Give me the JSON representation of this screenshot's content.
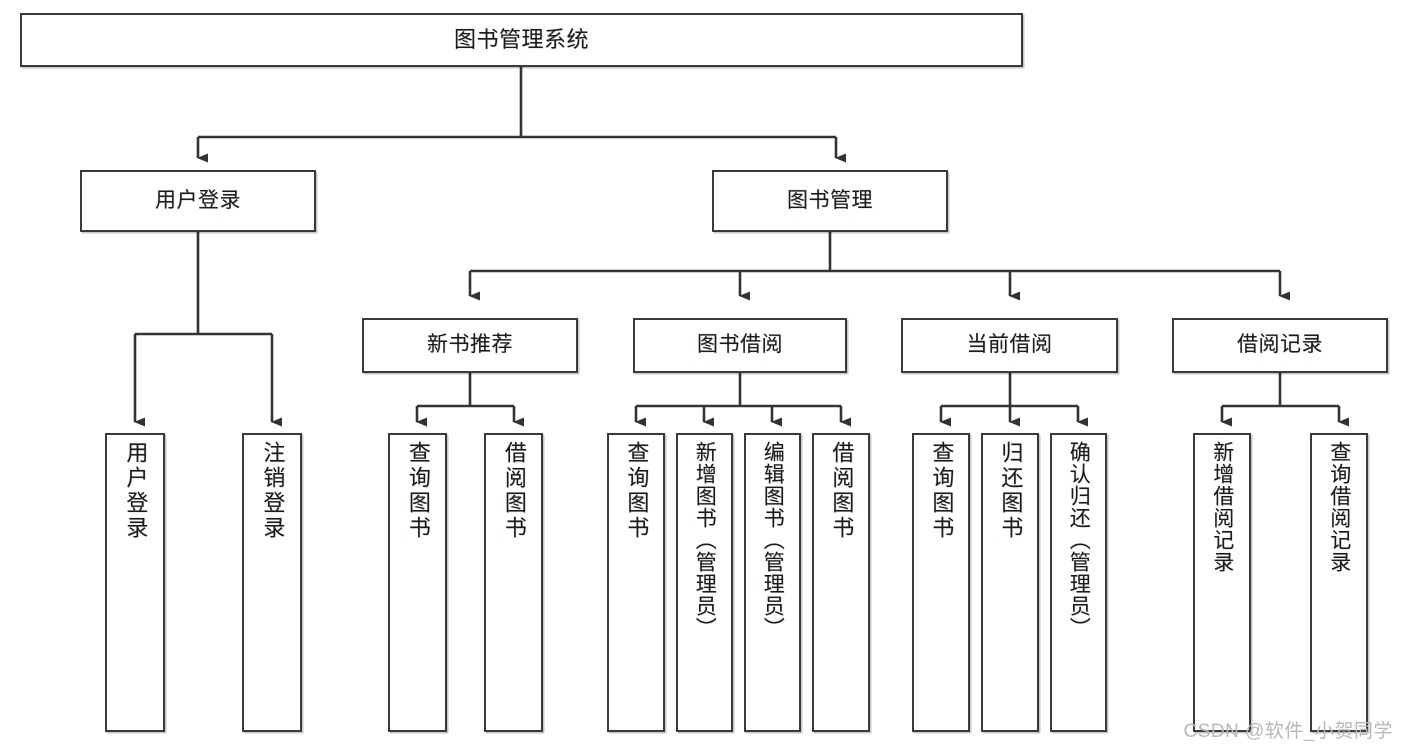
{
  "diagram": {
    "title_node": {
      "label": "图书管理系统"
    },
    "level2": [
      {
        "id": "user-login",
        "label": "用户登录"
      },
      {
        "id": "book-management",
        "label": "图书管理"
      }
    ],
    "level3": [
      {
        "id": "new-book-recommend",
        "label": "新书推荐"
      },
      {
        "id": "book-borrow",
        "label": "图书借阅"
      },
      {
        "id": "current-borrow",
        "label": "当前借阅"
      },
      {
        "id": "borrow-record",
        "label": "借阅记录"
      }
    ],
    "leaves": [
      {
        "id": "leaf-user-login",
        "label": "用户登录"
      },
      {
        "id": "leaf-logout-login",
        "label": "注销登录"
      },
      {
        "id": "leaf-query-book-1",
        "label": "查询图书"
      },
      {
        "id": "leaf-borrow-book-1",
        "label": "借阅图书"
      },
      {
        "id": "leaf-query-book-2",
        "label": "查询图书"
      },
      {
        "id": "leaf-add-book-admin",
        "label": "新增图书（管理员）"
      },
      {
        "id": "leaf-edit-book-admin",
        "label": "编辑图书（管理员）"
      },
      {
        "id": "leaf-borrow-book-2",
        "label": "借阅图书"
      },
      {
        "id": "leaf-query-book-3",
        "label": "查询图书"
      },
      {
        "id": "leaf-return-book",
        "label": "归还图书"
      },
      {
        "id": "leaf-confirm-return-admin",
        "label": "确认归还（管理员）"
      },
      {
        "id": "leaf-add-borrow-record",
        "label": "新增借阅记录"
      },
      {
        "id": "leaf-query-borrow-record",
        "label": "查询借阅记录"
      }
    ],
    "watermark": "CSDN @软件_小贺同学",
    "colors": {
      "background": "#ffffff",
      "border": "#3a3a3a",
      "text": "#1b1b1b",
      "connector": "#333333",
      "watermark": "#b8b8b8"
    }
  }
}
